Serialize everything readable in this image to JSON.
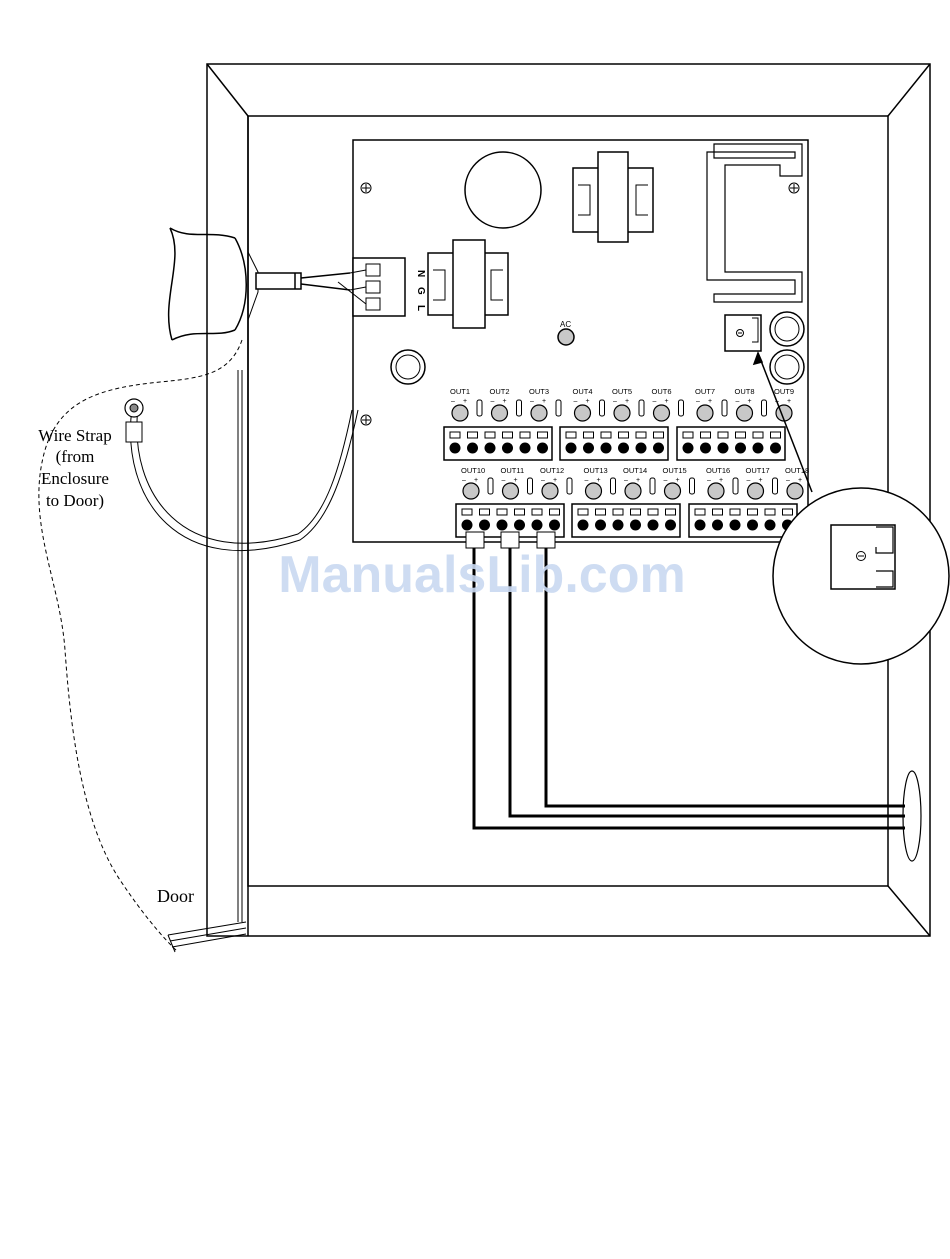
{
  "labels": {
    "wire_strap_lines": [
      "Wire Strap",
      "(from",
      "Enclosure",
      "to Door)"
    ],
    "door": "Door",
    "ac": "AC",
    "connector_n": "N",
    "connector_g": "G",
    "connector_l": "L",
    "outputs_row1": [
      "OUT1",
      "OUT2",
      "OUT3",
      "OUT4",
      "OUT5",
      "OUT6",
      "OUT7",
      "OUT8",
      "OUT9"
    ],
    "outputs_row2": [
      "OUT10",
      "OUT11",
      "OUT12",
      "OUT13",
      "OUT14",
      "OUT15",
      "OUT16",
      "OUT17",
      "OUT18"
    ],
    "polarity_minus": "–",
    "polarity_plus": "+"
  },
  "watermark": "ManualsLib.com",
  "colors": {
    "line": "#000000",
    "led_fill": "#c8c8c8",
    "watermark": "#c9d9f1"
  }
}
